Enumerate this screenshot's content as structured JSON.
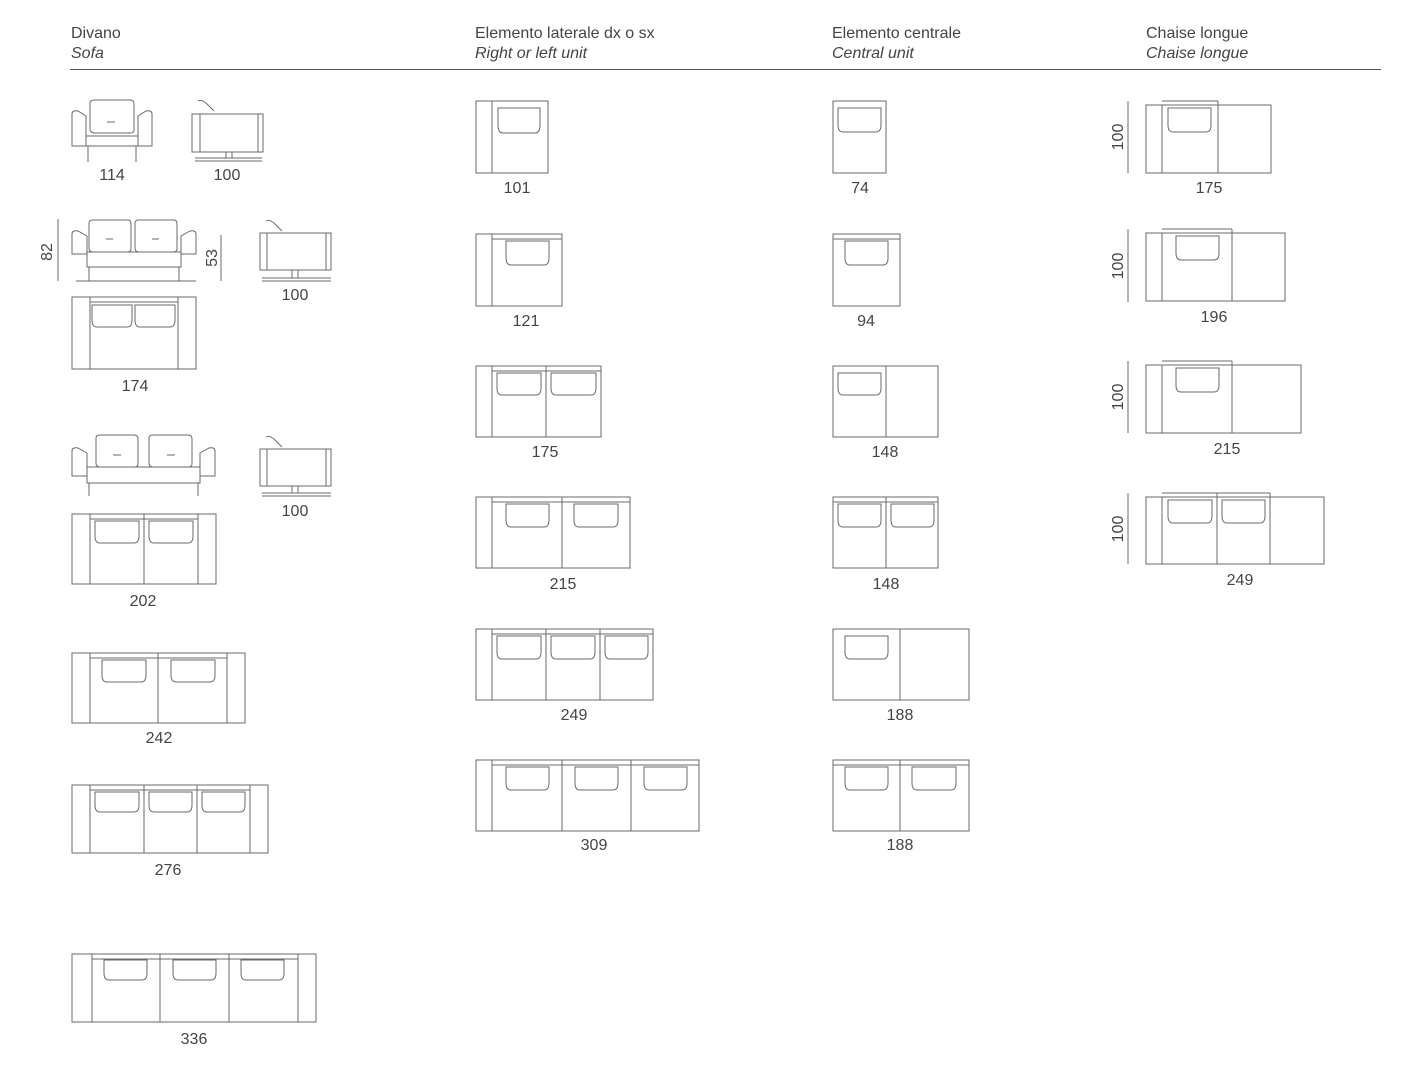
{
  "headers": [
    {
      "it": "Divano",
      "en": "Sofa"
    },
    {
      "it": "Elemento laterale dx o sx",
      "en": "Right or left unit"
    },
    {
      "it": "Elemento centrale",
      "en": "Central unit"
    },
    {
      "it": "Chaise longue",
      "en": "Chaise longue"
    }
  ],
  "sofa": {
    "armchair": {
      "front_width": "114",
      "side_depth": "100"
    },
    "two_seat_small": {
      "height": "82",
      "seat_height": "53",
      "side_depth": "100",
      "plan_width": "174"
    },
    "two_seat_large": {
      "side_depth": "100",
      "plan_width": "202"
    },
    "plans": [
      "242",
      "276",
      "336"
    ]
  },
  "side_units": [
    "101",
    "121",
    "175",
    "215",
    "249",
    "309"
  ],
  "central_units": [
    "74",
    "94",
    "148",
    "148",
    "188",
    "188"
  ],
  "chaise": {
    "depth": [
      "100",
      "100",
      "100",
      "100"
    ],
    "widths": [
      "175",
      "196",
      "215",
      "249"
    ]
  }
}
